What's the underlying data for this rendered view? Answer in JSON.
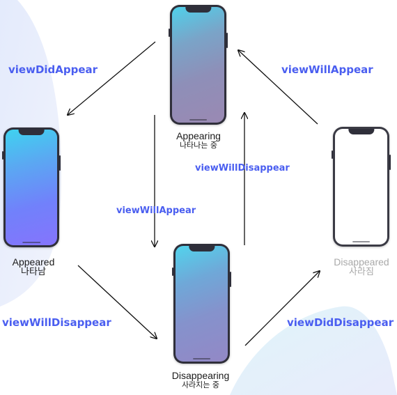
{
  "phones": {
    "appearing": {
      "en": "Appearing",
      "ko": "나타나는 중"
    },
    "appeared": {
      "en": "Appeared",
      "ko": "나타남"
    },
    "disappearing": {
      "en": "Disappearing",
      "ko": "사라지는 중"
    },
    "disappeared": {
      "en": "Disappeared",
      "ko": "사라짐"
    }
  },
  "transitions": {
    "did_appear": "viewDidAppear",
    "will_appear_right": "viewWillAppear",
    "will_disappear_center": "viewWillDisappear",
    "will_appear_center": "viewWillAppear",
    "will_disappear_left": "viewWillDisappear",
    "did_disappear": "viewDidDisappear"
  },
  "colors": {
    "event_text": "#4a5ef0",
    "state_text": "#1a1a1a",
    "inactive_text": "#a9a9a9",
    "arrow": "#111111"
  }
}
